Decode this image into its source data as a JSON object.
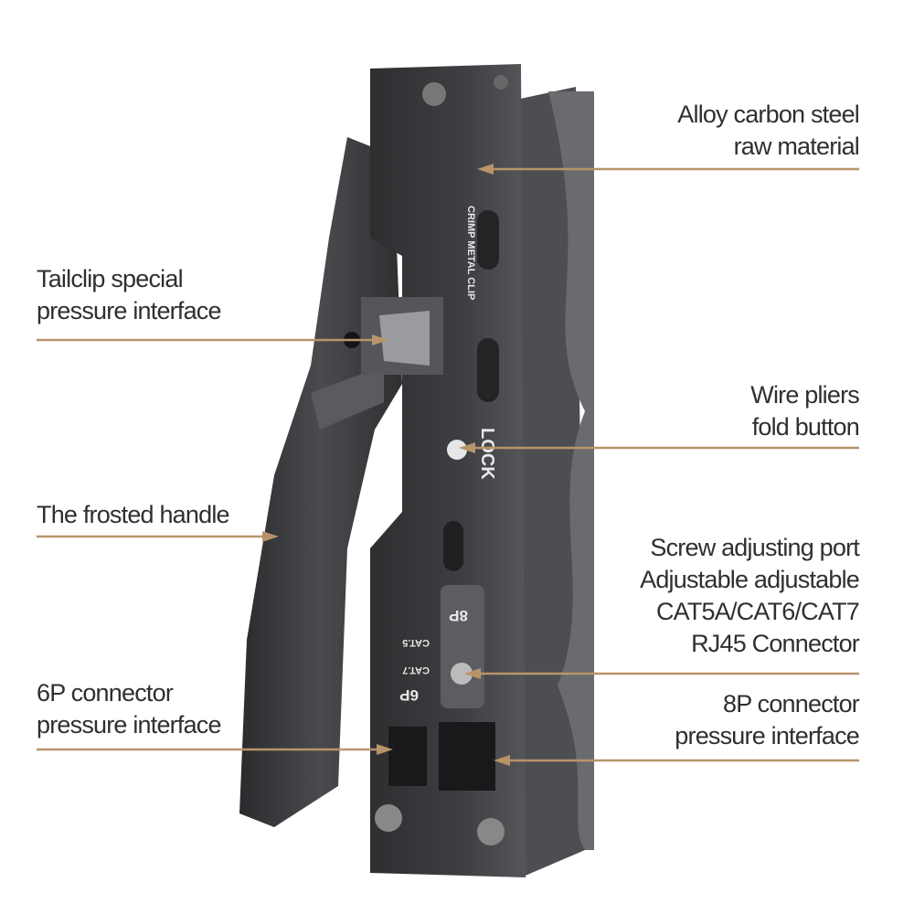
{
  "callouts": {
    "material": {
      "lines": [
        "Alloy carbon steel",
        "raw material"
      ]
    },
    "tailclip": {
      "lines": [
        "Tailclip special",
        "pressure interface"
      ]
    },
    "fold_button": {
      "lines": [
        "Wire pliers",
        "fold button"
      ]
    },
    "handle": {
      "lines": [
        "The frosted handle"
      ]
    },
    "screw_port": {
      "lines": [
        "Screw adjusting port",
        "Adjustable adjustable",
        "CAT5A/CAT6/CAT7",
        "RJ45 Connector"
      ]
    },
    "six_p": {
      "lines": [
        "6P connector",
        "pressure interface"
      ]
    },
    "eight_p": {
      "lines": [
        "8P connector",
        "pressure interface"
      ]
    }
  },
  "engravings": {
    "crimp": "CRIMP METAL CLIP",
    "lock": "LOCK",
    "eight_p": "8P",
    "six_p": "6P",
    "cat5": "CAT.5",
    "cat7": "CAT.7"
  },
  "colors": {
    "leader": "#b8946a",
    "text": "#2f2f2f",
    "tool": "#3a3b3d"
  }
}
